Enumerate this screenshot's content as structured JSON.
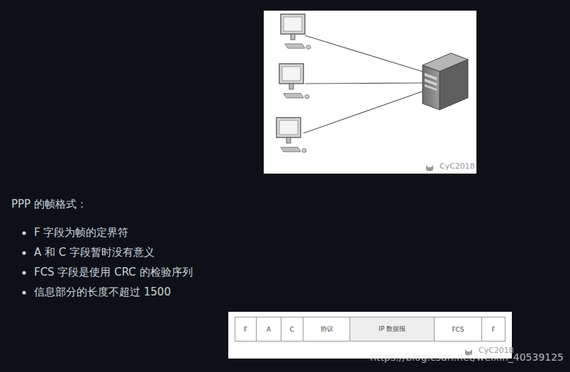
{
  "diagram": {
    "nodes": [
      {
        "text": [
          "F"
        ]
      },
      {
        "text": [
          "A"
        ]
      },
      {
        "text": [
          "C"
        ]
      },
      {
        "text": [
          "协议"
        ]
      },
      {
        "text": [
          "IP 数据报"
        ]
      },
      {
        "text": [
          "FCS"
        ]
      },
      {
        "text": [
          "F"
        ]
      }
    ],
    "labels": [
      "CyC2018",
      "PPP 的帧格式：",
      "F 字段为帧的定界符",
      "A 和 C 字段暂时没有意义",
      "FCS 字段是使用 CRC 的检验序列",
      "信息部分的长度不超过 1500",
      "CyC2018",
      "https://blog.csdn.net/weixin_40539125"
    ]
  }
}
